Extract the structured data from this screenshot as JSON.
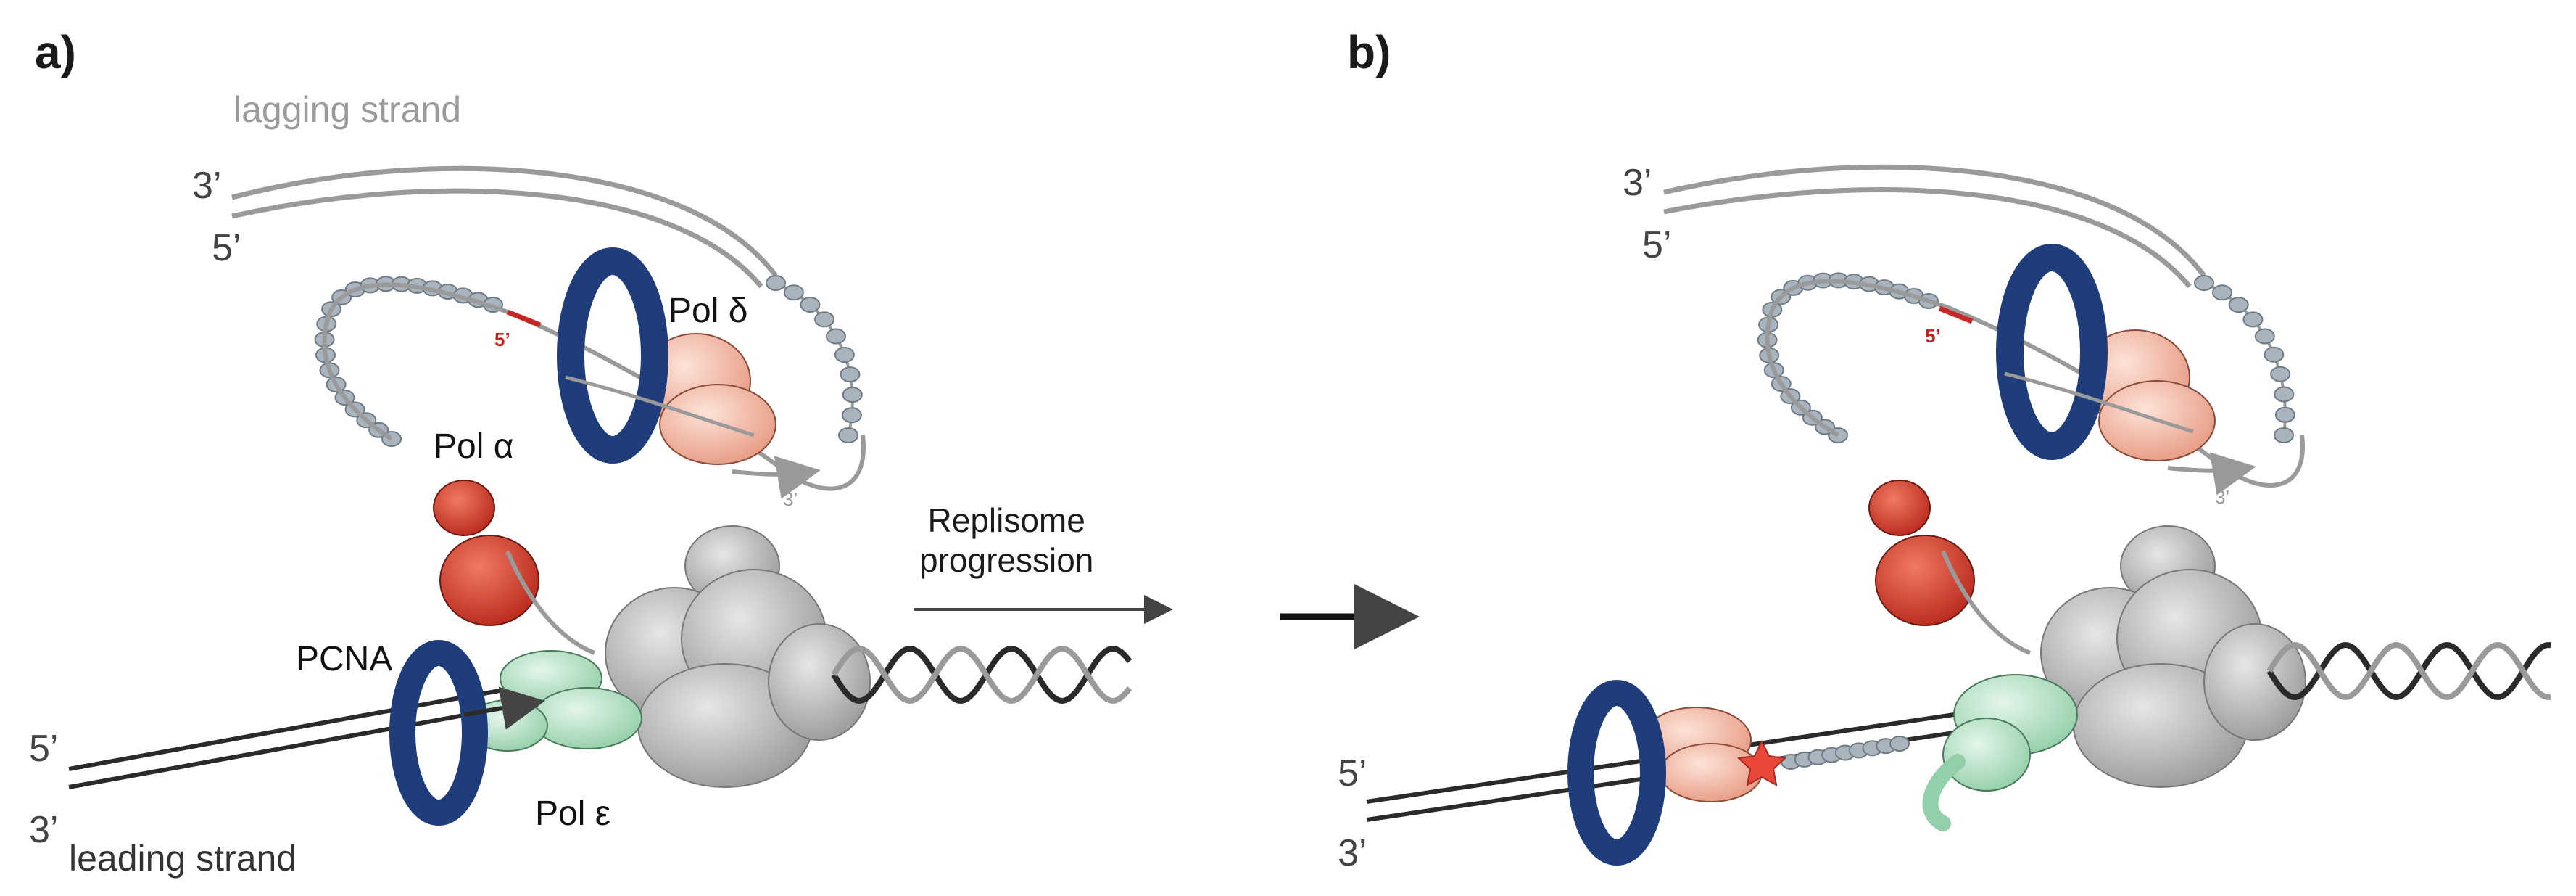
{
  "panel_a": {
    "letter": "a)",
    "lagging_strand": "lagging strand",
    "leading_strand": "leading strand",
    "top_3prime": "3’",
    "top_5prime": "5’",
    "left_5prime": "5’",
    "left_3prime": "3’",
    "primer_5prime": "5’",
    "loop_3prime": "3’",
    "pol_delta": "Pol δ",
    "pol_alpha": "Pol α",
    "pol_epsilon": "Pol ε",
    "pcna": "PCNA",
    "progression_line1": "Replisome",
    "progression_line2": "progression"
  },
  "panel_b": {
    "letter": "b)",
    "top_3prime": "3’",
    "top_5prime": "5’",
    "left_5prime": "5’",
    "left_3prime": "3’",
    "primer_5prime": "5’",
    "loop_3prime": "3’"
  },
  "colors": {
    "pcna": "#1e3d7a",
    "pol_delta": "#f2b7a3",
    "pol_alpha": "#d9412d",
    "pol_epsilon": "#b9e2c8",
    "helicase": "#a8a8a8",
    "rpa": "#a9b4be",
    "lesion": "#e8473a",
    "dna_dark": "#2a2a2a",
    "dna_grey": "#9a9a9a"
  }
}
